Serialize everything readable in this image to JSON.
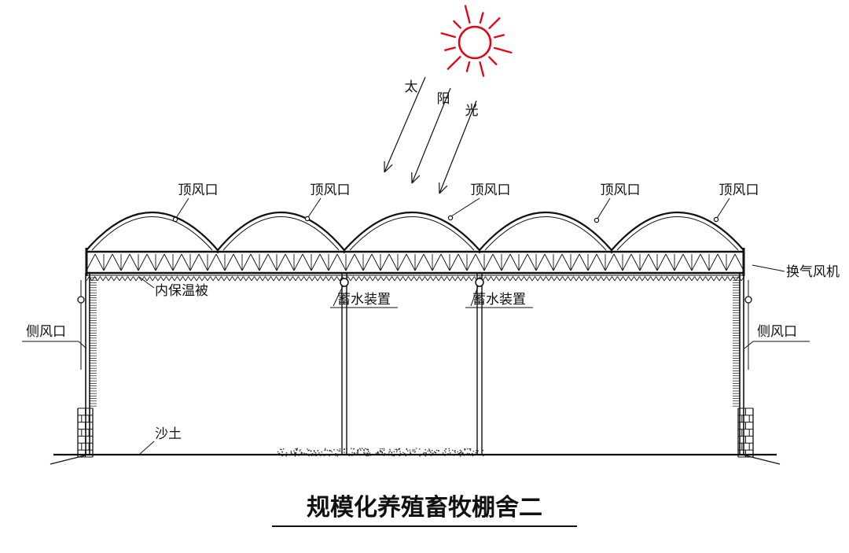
{
  "title": "规模化养殖畜牧棚舍二",
  "sunlight": {
    "chars": [
      "太",
      "阳",
      "光"
    ]
  },
  "labels": {
    "top_vents": [
      "顶风口",
      "顶风口",
      "顶风口",
      "顶风口",
      "顶风口"
    ],
    "insulation": "内保温被",
    "water_storage": [
      "蓄水装置",
      "蓄水装置"
    ],
    "exhaust_fan": "换气风机",
    "side_vent_left": "侧风口",
    "side_vent_right": "侧风口",
    "soil": "沙土"
  },
  "colors": {
    "sun": "#e60012",
    "ink": "#111111"
  }
}
